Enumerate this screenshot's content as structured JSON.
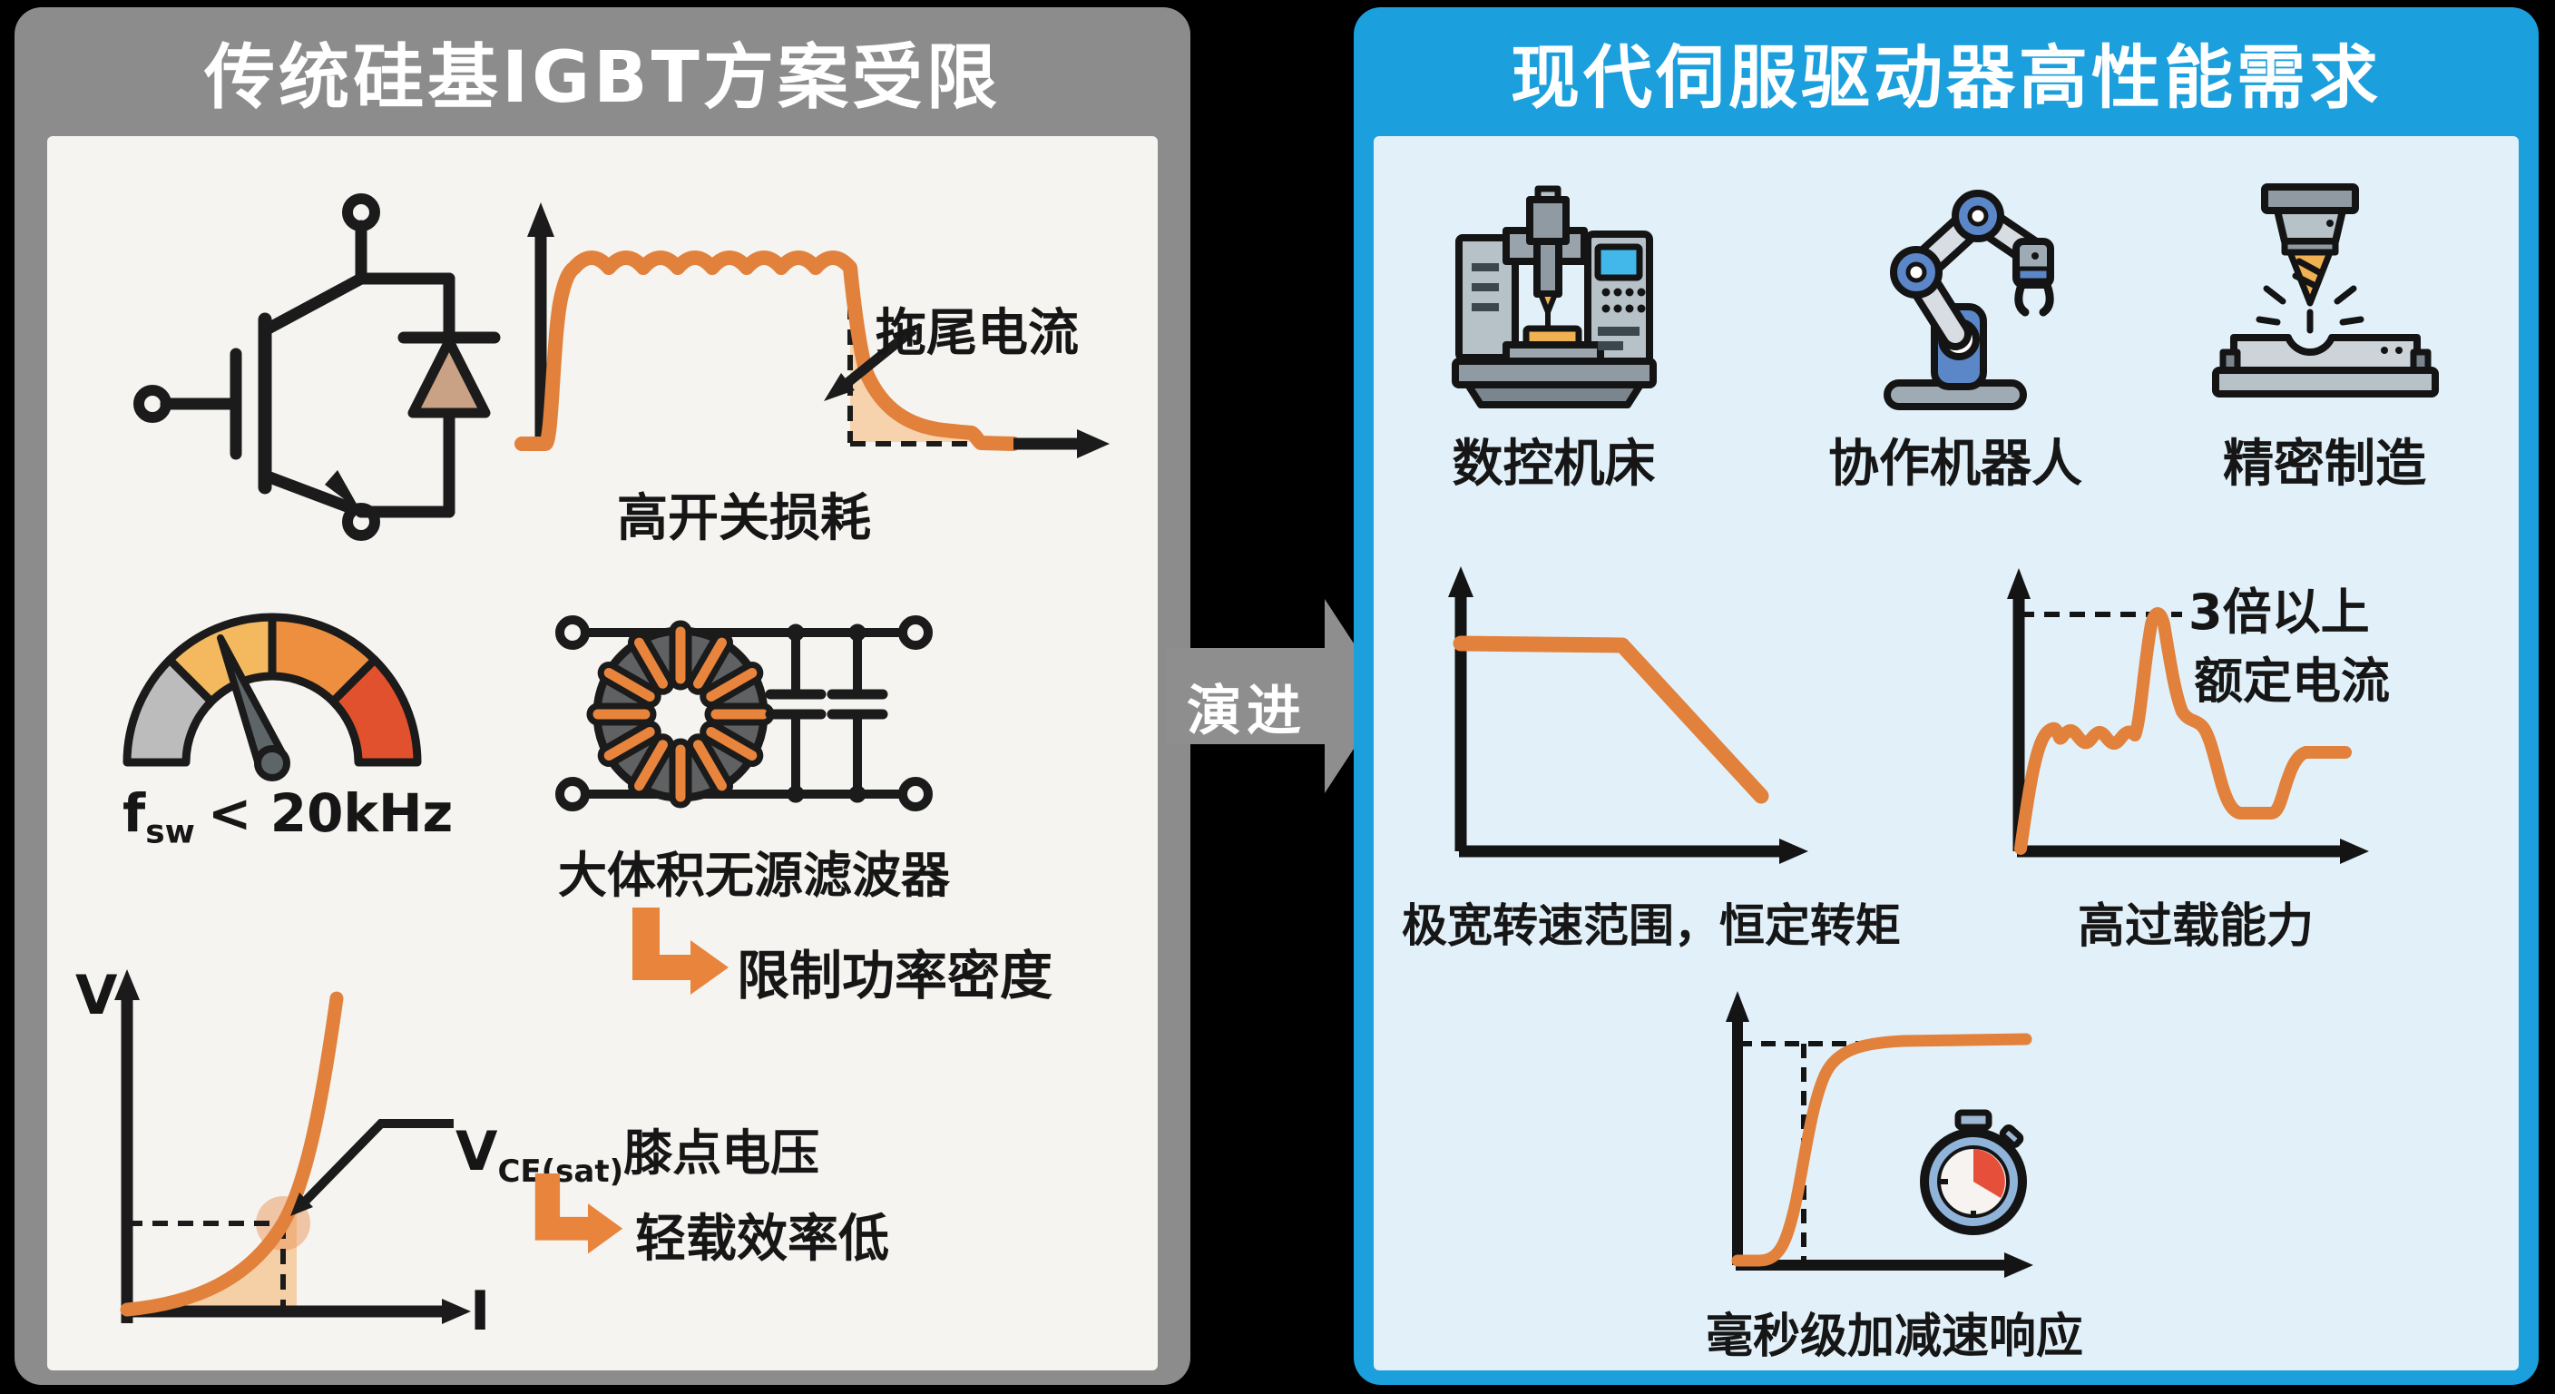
{
  "left_panel": {
    "title": "传统硅基IGBT方案受限",
    "switching_loss": {
      "tail_label": "拖尾电流",
      "caption": "高开关损耗"
    },
    "gauge": {
      "symbol": "f",
      "subscript": "sw",
      "value": "< 20kHz"
    },
    "filter": {
      "caption": "大体积无源滤波器",
      "consequence": "限制功率密度"
    },
    "vi_curve": {
      "y_axis": "V",
      "x_axis": "I",
      "knee_symbol": "V",
      "knee_subscript": "CE(sat)",
      "knee_label": "膝点电压",
      "consequence": "轻载效率低"
    }
  },
  "transition": {
    "label": "演进"
  },
  "right_panel": {
    "title": "现代伺服驱动器高性能需求",
    "applications": [
      {
        "label": "数控机床"
      },
      {
        "label": "协作机器人"
      },
      {
        "label": "精密制造"
      }
    ],
    "speed_torque": {
      "caption": "极宽转速范围，恒定转矩"
    },
    "overload": {
      "annotation_line1": "3倍以上",
      "annotation_line2": "额定电流",
      "caption": "高过载能力"
    },
    "response": {
      "caption": "毫秒级加减速响应"
    }
  },
  "colors": {
    "left_header": "#8c8c8c",
    "left_body": "#f5f4f1",
    "right_header": "#1b9fdd",
    "right_body": "#e2f1f9",
    "accent_orange": "#e2813c",
    "ink": "#1a1a1a"
  }
}
